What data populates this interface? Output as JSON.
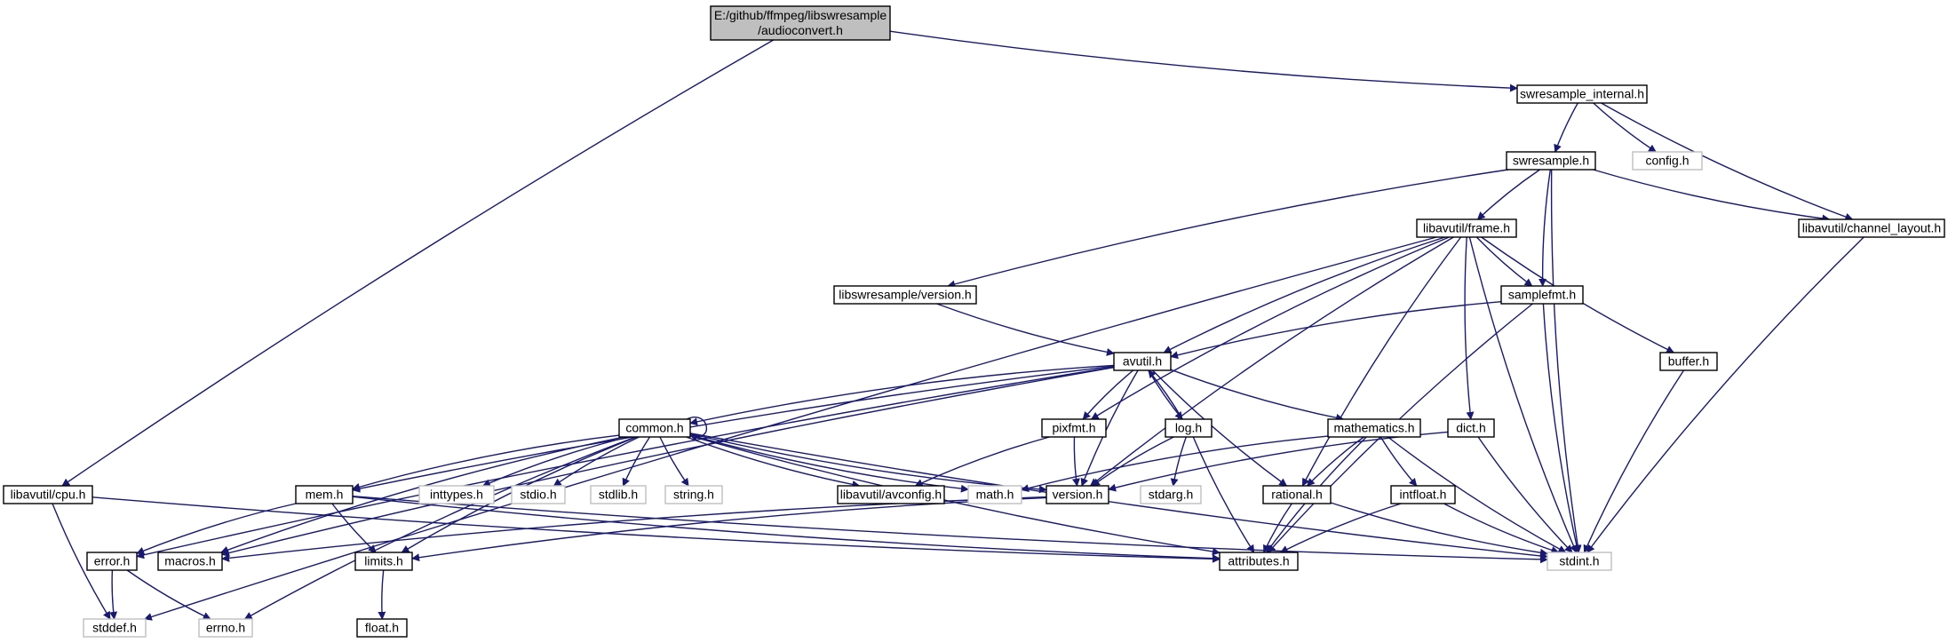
{
  "colors": {
    "edge": "#191970",
    "node_border": "#000000",
    "node_border_system": "#bfbfbf",
    "root_fill": "#bfbfbf",
    "node_fill": "#ffffff",
    "text": "#000000"
  },
  "nodes": [
    {
      "id": "root",
      "lines": [
        "E:/github/ffmpeg/libswresample",
        "/audioconvert.h"
      ],
      "kind": "root"
    },
    {
      "id": "swr_internal",
      "lines": [
        "swresample_internal.h"
      ],
      "kind": "local"
    },
    {
      "id": "config",
      "lines": [
        "config.h"
      ],
      "kind": "system"
    },
    {
      "id": "swresample",
      "lines": [
        "swresample.h"
      ],
      "kind": "local"
    },
    {
      "id": "frame",
      "lines": [
        "libavutil/frame.h"
      ],
      "kind": "local"
    },
    {
      "id": "channel_layout",
      "lines": [
        "libavutil/channel_layout.h"
      ],
      "kind": "local"
    },
    {
      "id": "swr_version",
      "lines": [
        "libswresample/version.h"
      ],
      "kind": "local"
    },
    {
      "id": "samplefmt",
      "lines": [
        "samplefmt.h"
      ],
      "kind": "local"
    },
    {
      "id": "buffer",
      "lines": [
        "buffer.h"
      ],
      "kind": "local"
    },
    {
      "id": "avutil",
      "lines": [
        "avutil.h"
      ],
      "kind": "local"
    },
    {
      "id": "common",
      "lines": [
        "common.h"
      ],
      "kind": "local"
    },
    {
      "id": "pixfmt",
      "lines": [
        "pixfmt.h"
      ],
      "kind": "local"
    },
    {
      "id": "log",
      "lines": [
        "log.h"
      ],
      "kind": "local"
    },
    {
      "id": "mathematics",
      "lines": [
        "mathematics.h"
      ],
      "kind": "local"
    },
    {
      "id": "dict",
      "lines": [
        "dict.h"
      ],
      "kind": "local"
    },
    {
      "id": "cpu",
      "lines": [
        "libavutil/cpu.h"
      ],
      "kind": "local"
    },
    {
      "id": "mem",
      "lines": [
        "mem.h"
      ],
      "kind": "local"
    },
    {
      "id": "inttypes",
      "lines": [
        "inttypes.h"
      ],
      "kind": "system"
    },
    {
      "id": "stdio",
      "lines": [
        "stdio.h"
      ],
      "kind": "system"
    },
    {
      "id": "stdlib",
      "lines": [
        "stdlib.h"
      ],
      "kind": "system"
    },
    {
      "id": "string",
      "lines": [
        "string.h"
      ],
      "kind": "system"
    },
    {
      "id": "avconfig",
      "lines": [
        "libavutil/avconfig.h"
      ],
      "kind": "local"
    },
    {
      "id": "math",
      "lines": [
        "math.h"
      ],
      "kind": "system"
    },
    {
      "id": "version",
      "lines": [
        "version.h"
      ],
      "kind": "local"
    },
    {
      "id": "stdarg",
      "lines": [
        "stdarg.h"
      ],
      "kind": "system"
    },
    {
      "id": "rational",
      "lines": [
        "rational.h"
      ],
      "kind": "local"
    },
    {
      "id": "intfloat",
      "lines": [
        "intfloat.h"
      ],
      "kind": "local"
    },
    {
      "id": "error",
      "lines": [
        "error.h"
      ],
      "kind": "local"
    },
    {
      "id": "macros",
      "lines": [
        "macros.h"
      ],
      "kind": "local"
    },
    {
      "id": "limits",
      "lines": [
        "limits.h"
      ],
      "kind": "local"
    },
    {
      "id": "attributes",
      "lines": [
        "attributes.h"
      ],
      "kind": "local"
    },
    {
      "id": "stdint",
      "lines": [
        "stdint.h"
      ],
      "kind": "system"
    },
    {
      "id": "stddef",
      "lines": [
        "stddef.h"
      ],
      "kind": "system"
    },
    {
      "id": "errno",
      "lines": [
        "errno.h"
      ],
      "kind": "system"
    },
    {
      "id": "float",
      "lines": [
        "float.h"
      ],
      "kind": "local"
    }
  ],
  "edges": [
    [
      "root",
      "swr_internal"
    ],
    [
      "root",
      "cpu"
    ],
    [
      "swr_internal",
      "swresample"
    ],
    [
      "swr_internal",
      "config"
    ],
    [
      "swr_internal",
      "channel_layout"
    ],
    [
      "swresample",
      "frame"
    ],
    [
      "swresample",
      "swr_version"
    ],
    [
      "swresample",
      "samplefmt"
    ],
    [
      "swresample",
      "channel_layout"
    ],
    [
      "swresample",
      "stdint"
    ],
    [
      "frame",
      "avutil"
    ],
    [
      "frame",
      "samplefmt"
    ],
    [
      "frame",
      "buffer"
    ],
    [
      "frame",
      "dict"
    ],
    [
      "frame",
      "pixfmt"
    ],
    [
      "frame",
      "version"
    ],
    [
      "frame",
      "rational"
    ],
    [
      "frame",
      "stdint"
    ],
    [
      "frame",
      "stddef"
    ],
    [
      "channel_layout",
      "stdint"
    ],
    [
      "swr_version",
      "avutil"
    ],
    [
      "samplefmt",
      "avutil"
    ],
    [
      "samplefmt",
      "attributes"
    ],
    [
      "samplefmt",
      "stdint"
    ],
    [
      "buffer",
      "stdint"
    ],
    [
      "avutil",
      "common"
    ],
    [
      "avutil",
      "pixfmt"
    ],
    [
      "avutil",
      "log"
    ],
    [
      "avutil",
      "mathematics"
    ],
    [
      "avutil",
      "rational"
    ],
    [
      "avutil",
      "version"
    ],
    [
      "avutil",
      "error"
    ],
    [
      "avutil",
      "macros"
    ],
    [
      "avutil",
      "mem"
    ],
    [
      "common",
      "common"
    ],
    [
      "common",
      "mem"
    ],
    [
      "common",
      "inttypes"
    ],
    [
      "common",
      "stdio"
    ],
    [
      "common",
      "stdlib"
    ],
    [
      "common",
      "string"
    ],
    [
      "common",
      "avconfig"
    ],
    [
      "common",
      "math"
    ],
    [
      "common",
      "version"
    ],
    [
      "common",
      "attributes"
    ],
    [
      "common",
      "stdint"
    ],
    [
      "common",
      "limits"
    ],
    [
      "common",
      "macros"
    ],
    [
      "common",
      "errno"
    ],
    [
      "pixfmt",
      "avconfig"
    ],
    [
      "pixfmt",
      "version"
    ],
    [
      "log",
      "avutil"
    ],
    [
      "log",
      "version"
    ],
    [
      "log",
      "stdarg"
    ],
    [
      "log",
      "attributes"
    ],
    [
      "mathematics",
      "math"
    ],
    [
      "mathematics",
      "rational"
    ],
    [
      "mathematics",
      "intfloat"
    ],
    [
      "mathematics",
      "attributes"
    ],
    [
      "mathematics",
      "stdint"
    ],
    [
      "dict",
      "version"
    ],
    [
      "dict",
      "stdint"
    ],
    [
      "cpu",
      "attributes"
    ],
    [
      "cpu",
      "stddef"
    ],
    [
      "mem",
      "error"
    ],
    [
      "mem",
      "limits"
    ],
    [
      "mem",
      "attributes"
    ],
    [
      "mem",
      "stdint"
    ],
    [
      "version",
      "macros"
    ],
    [
      "version",
      "limits"
    ],
    [
      "rational",
      "attributes"
    ],
    [
      "rational",
      "stdint"
    ],
    [
      "intfloat",
      "attributes"
    ],
    [
      "intfloat",
      "stdint"
    ],
    [
      "error",
      "stddef"
    ],
    [
      "error",
      "errno"
    ],
    [
      "limits",
      "float"
    ]
  ]
}
